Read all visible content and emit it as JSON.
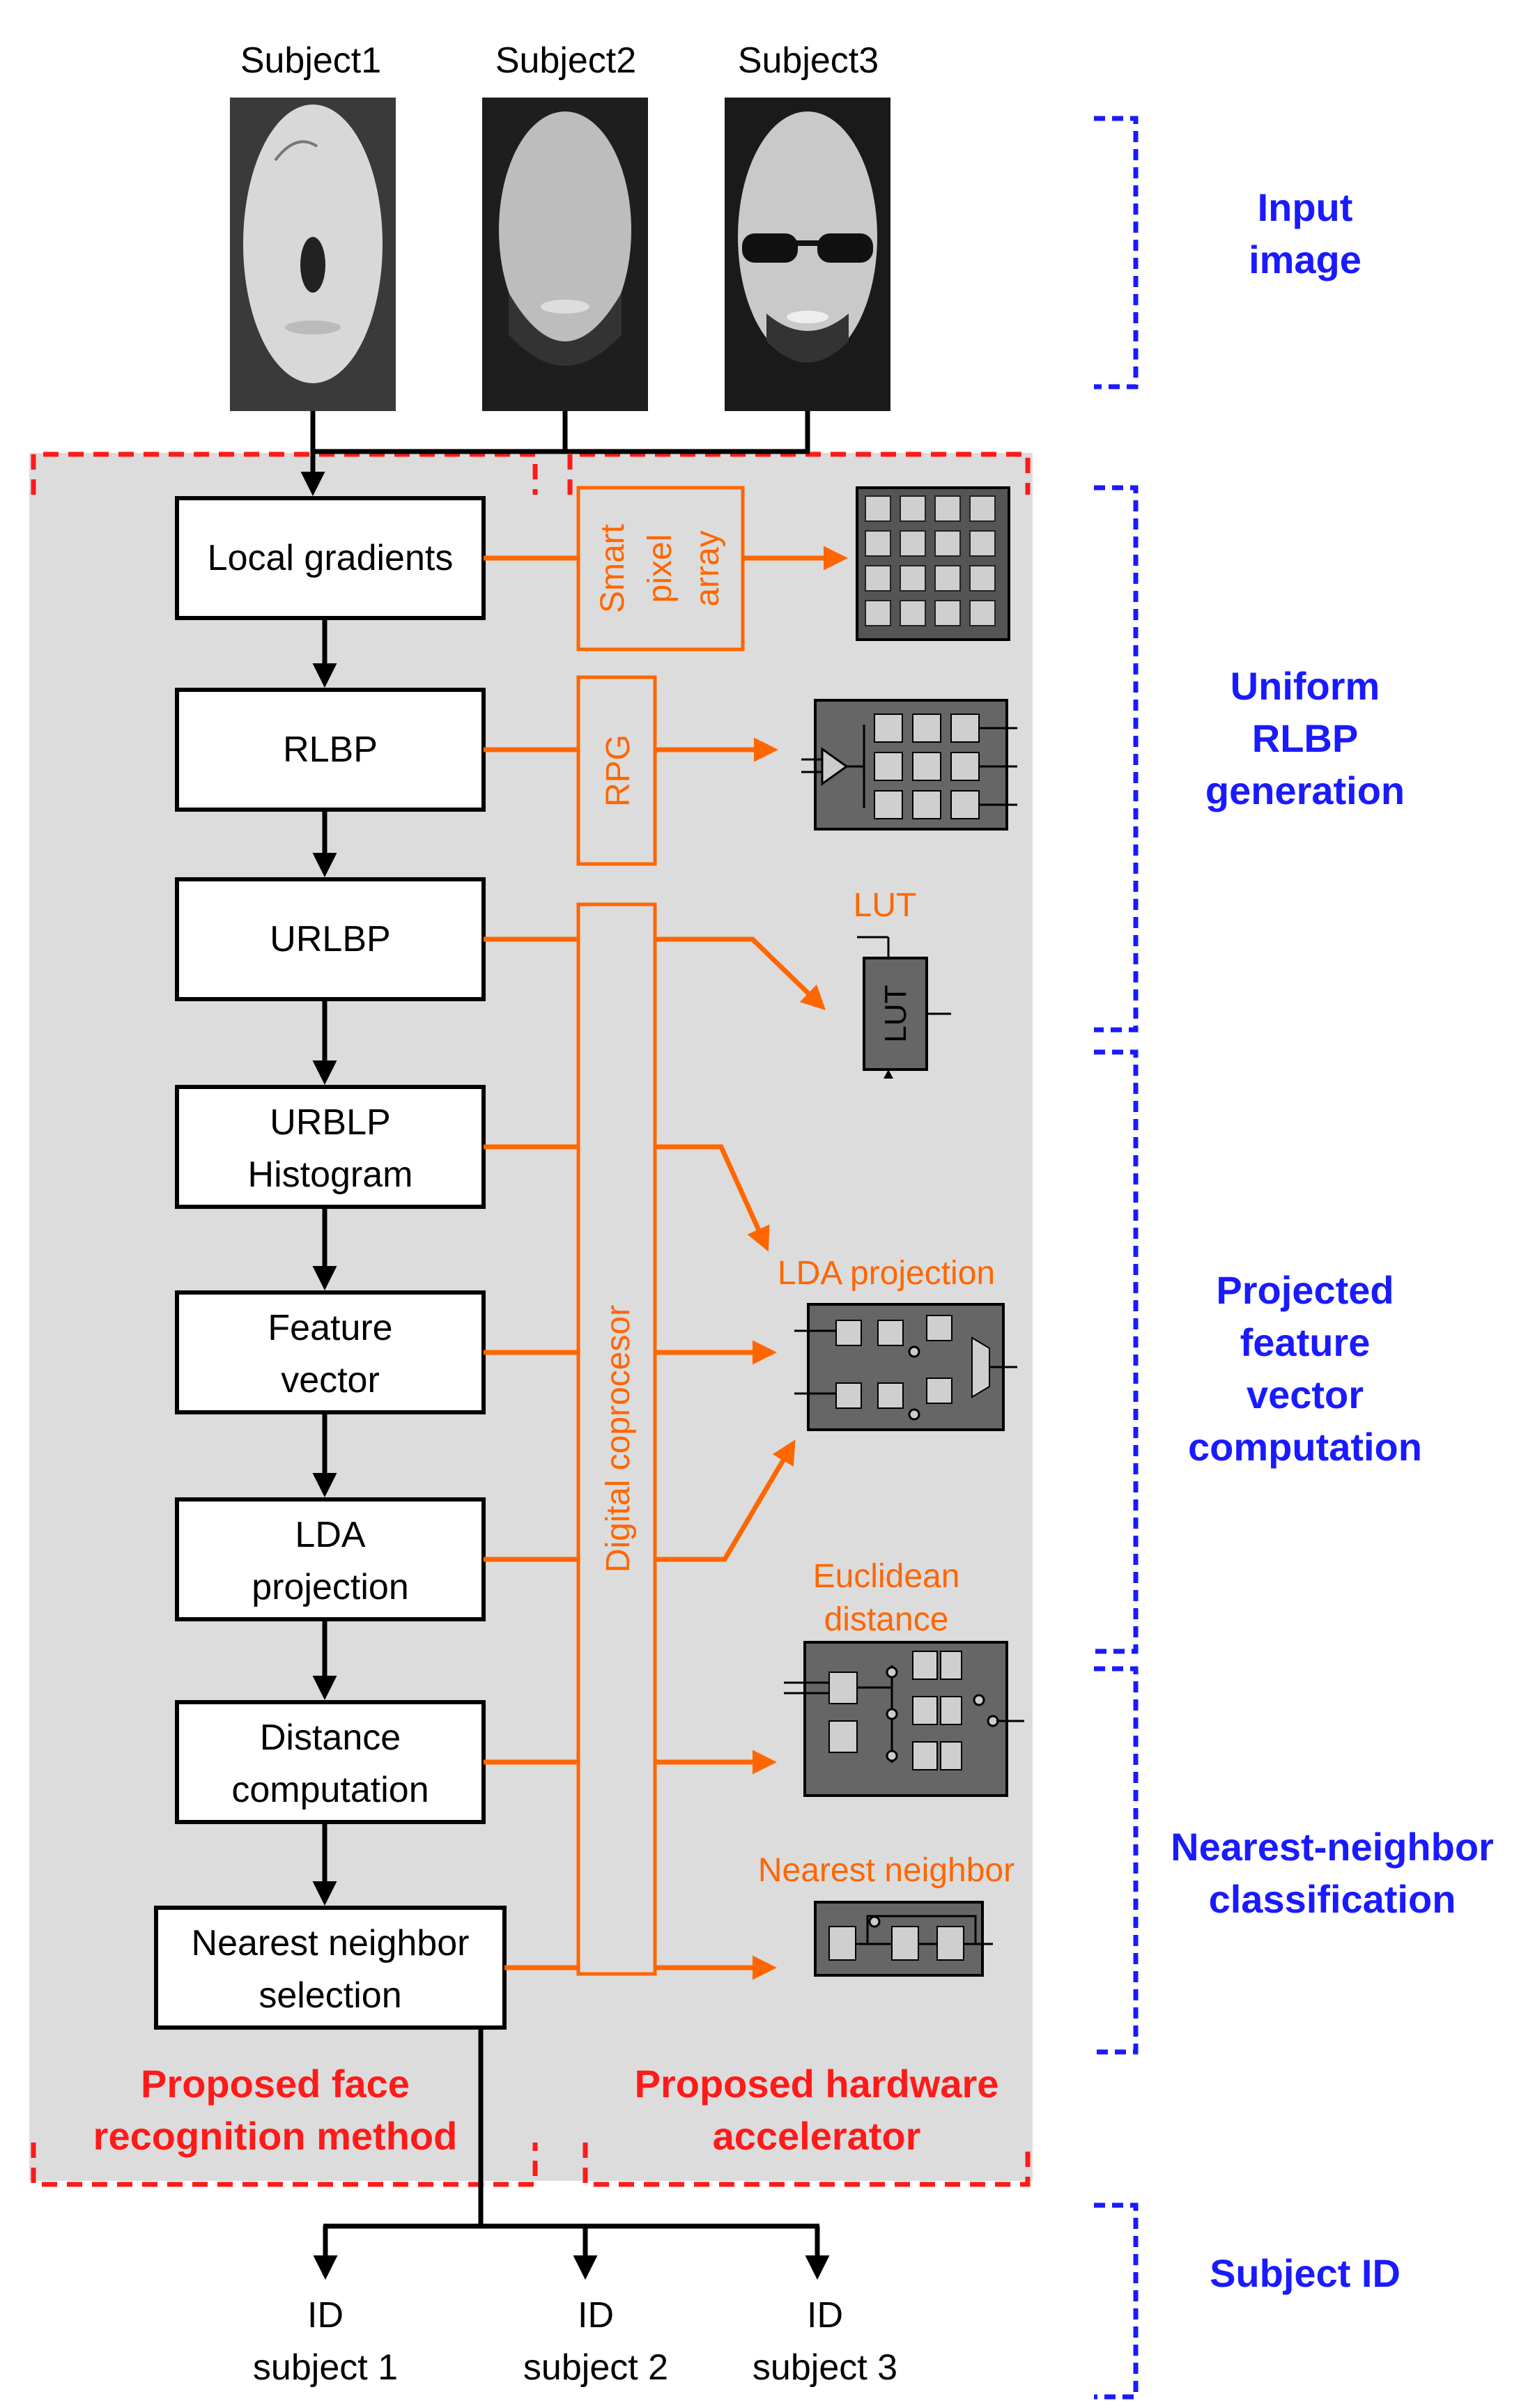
{
  "subjects": [
    "Subject1",
    "Subject2",
    "Subject3"
  ],
  "pipeline": {
    "local_gradients": "Local gradients",
    "rlbp": "RLBP",
    "urlbp": "URLBP",
    "histogram_l1": "URBLP",
    "histogram_l2": "Histogram",
    "feature_l1": "Feature",
    "feature_l2": "vector",
    "lda_l1": "LDA",
    "lda_l2": "projection",
    "distance_l1": "Distance",
    "distance_l2": "computation",
    "nn_l1": "Nearest neighbor",
    "nn_l2": "selection"
  },
  "hardware": {
    "smart_pixel_l1": "Smart",
    "smart_pixel_l2": "pixel",
    "smart_pixel_l3": "array",
    "rpg": "RPG",
    "digital_coprocessor": "Digital coprocesor",
    "lut_caption": "LUT",
    "lut_inner": "LUT",
    "lda_caption": "LDA projection",
    "euclid_l1": "Euclidean",
    "euclid_l2": "distance",
    "nn_caption": "Nearest neighbor"
  },
  "stages": {
    "input_l1": "Input",
    "input_l2": "image",
    "uniform_l1": "Uniform",
    "uniform_l2": "RLBP",
    "uniform_l3": "generation",
    "projected_l1": "Projected",
    "projected_l2": "feature",
    "projected_l3": "vector",
    "projected_l4": "computation",
    "nn_l1": "Nearest-neighbor",
    "nn_l2": "classification",
    "subject_id": "Subject ID"
  },
  "regions": {
    "method_l1": "Proposed face",
    "method_l2": "recognition method",
    "accel_l1": "Proposed hardware",
    "accel_l2": "accelerator"
  },
  "outputs": {
    "id1_l1": "ID",
    "id1_l2": "subject 1",
    "id2_l1": "ID",
    "id2_l2": "subject 2",
    "id3_l1": "ID",
    "id3_l2": "subject 3"
  },
  "colors": {
    "orange": "#ff6600",
    "blue": "#1a1aff",
    "red": "#ff1a1a",
    "panel": "#dcdcdc",
    "hardware": "#666666"
  }
}
